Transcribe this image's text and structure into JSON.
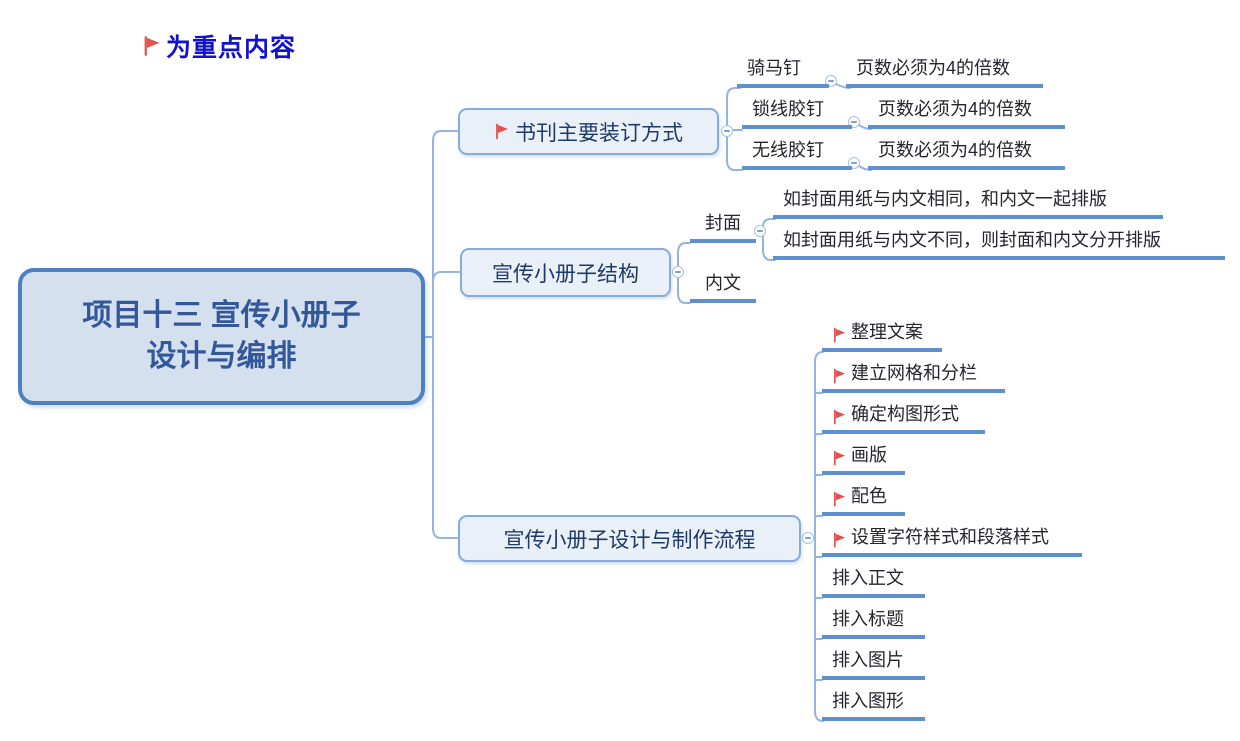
{
  "colors": {
    "root_fill": "#d5e0ef",
    "root_border": "#4d80bf",
    "root_text": "#33589a",
    "branch_fill": "#eaf0f8",
    "branch_border": "#86acdc",
    "branch_text": "#1d3a68",
    "underline": "#5e90d0",
    "connector": "#93b4e0",
    "flag_red": "#e05252",
    "legend_text_blue": "#1212cc",
    "leaf_text": "#25252e",
    "background": "#ffffff"
  },
  "legend": {
    "label": "为重点内容"
  },
  "root": {
    "label": "项目十三 宣传小册子\n设计与编排"
  },
  "branches": [
    {
      "label": "书刊主要装订方式",
      "flag": true,
      "children": [
        {
          "label": "骑马钉",
          "children": [
            {
              "label": "页数必须为4的倍数"
            }
          ]
        },
        {
          "label": "锁线胶钉",
          "children": [
            {
              "label": "页数必须为4的倍数"
            }
          ]
        },
        {
          "label": "无线胶钉",
          "children": [
            {
              "label": "页数必须为4的倍数"
            }
          ]
        }
      ]
    },
    {
      "label": "宣传小册子结构",
      "children": [
        {
          "label": "封面",
          "children": [
            {
              "label": "如封面用纸与内文相同，和内文一起排版"
            },
            {
              "label": "如封面用纸与内文不同，则封面和内文分开排版"
            }
          ]
        },
        {
          "label": "内文"
        }
      ]
    },
    {
      "label": "宣传小册子设计与制作流程",
      "children": [
        {
          "label": "整理文案",
          "flag": true
        },
        {
          "label": "建立网格和分栏",
          "flag": true
        },
        {
          "label": "确定构图形式",
          "flag": true
        },
        {
          "label": "画版",
          "flag": true
        },
        {
          "label": "配色",
          "flag": true
        },
        {
          "label": "设置字符样式和段落样式",
          "flag": true
        },
        {
          "label": "排入正文"
        },
        {
          "label": "排入标题"
        },
        {
          "label": "排入图片"
        },
        {
          "label": "排入图形"
        }
      ]
    }
  ]
}
